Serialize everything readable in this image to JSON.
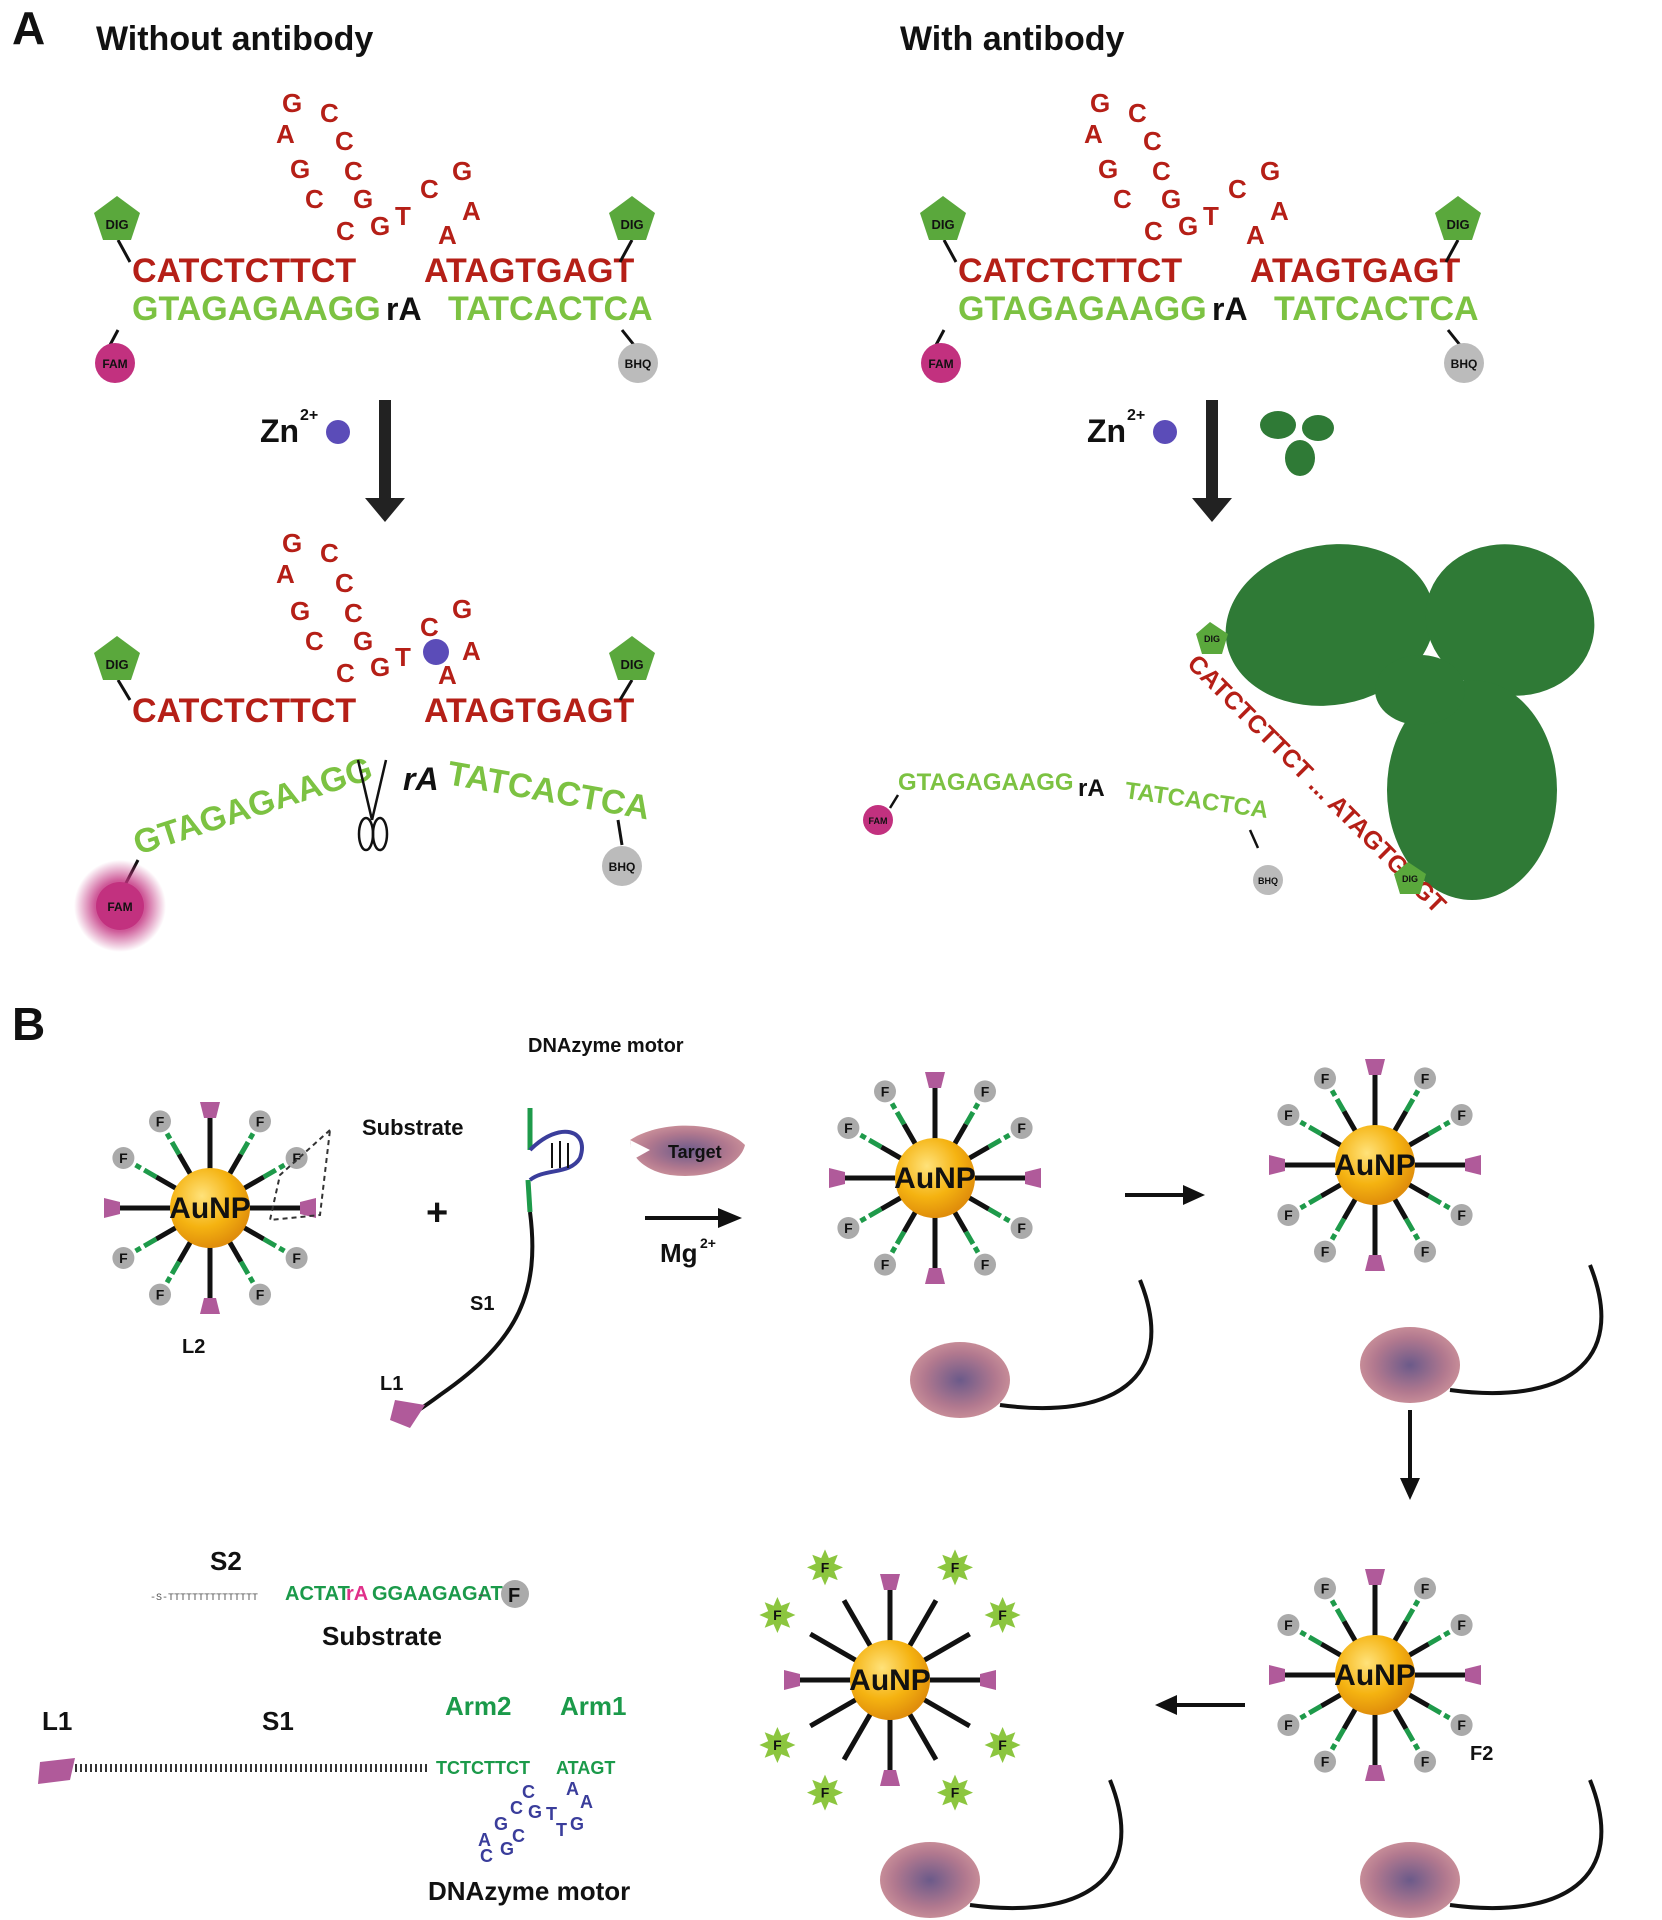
{
  "panel_a": {
    "letter": "A",
    "left_title": "Without antibody",
    "right_title": "With antibody",
    "loop_letters": [
      "G",
      "C",
      "A",
      "C",
      "G",
      "C",
      "C",
      "G",
      "C",
      "G",
      "C",
      "G",
      "T",
      "A",
      "A"
    ],
    "strand_top_left": "CATCTCTTCT",
    "strand_top_right": "ATAGTGAGT",
    "strand_bottom_left": "GTAGAGAAGG",
    "ra": "rA",
    "strand_bottom_right": "TATCACTCA",
    "dig_label": "DIG",
    "fam_label": "FAM",
    "bhq_label": "BHQ",
    "zn_label": "Zn",
    "zn_charge": "2+",
    "antibody_strand": "CATCTCTTCT ... ATAGTGAGT",
    "colors": {
      "red": "#b51f17",
      "green": "#7cc242",
      "dig": "#5aa83c",
      "fam": "#c2317f",
      "bhq": "#bbbbbb",
      "zn": "#5b4cb8",
      "antibody": "#2f7a36"
    }
  },
  "panel_b": {
    "letter": "B",
    "aunp_label": "AuNP",
    "substrate_callout": "Substrate",
    "dnazyme_motor_callout": "DNAzyme motor",
    "target_label": "Target",
    "mg_label": "Mg",
    "mg_charge": "2+",
    "plus": "+",
    "f_label": "F",
    "f2_label": "F2",
    "l1_label": "L1",
    "l2_label": "L2",
    "s1_label": "S1",
    "s2_label": "S2",
    "legend_s2_prefix": "-S-TTTTTTTTTTTTTTT",
    "legend_s2_seq_a": "ACTAT",
    "legend_s2_ra": "rA",
    "legend_s2_seq_b": "GGAAGAGAT",
    "legend_s2_tail": "-",
    "legend_substrate": "Substrate",
    "legend_arm2": "Arm2",
    "legend_arm1": "Arm1",
    "legend_arm2_seq": "TCTCTTCT",
    "legend_arm1_seq": "ATAGT",
    "legend_motor_loop": [
      "A",
      "G",
      "C",
      "C",
      "G",
      "T",
      "A",
      "A",
      "C",
      "G",
      "C",
      "G",
      "T"
    ],
    "legend_motor": "DNAzyme motor",
    "colors": {
      "gold": "#f5b311",
      "pink": "#b05a9a",
      "strand_green": "#1e9a4a",
      "dnazyme_blue": "#3a3d9b",
      "burst": "#8cc63f",
      "target": "#c98a94"
    }
  }
}
